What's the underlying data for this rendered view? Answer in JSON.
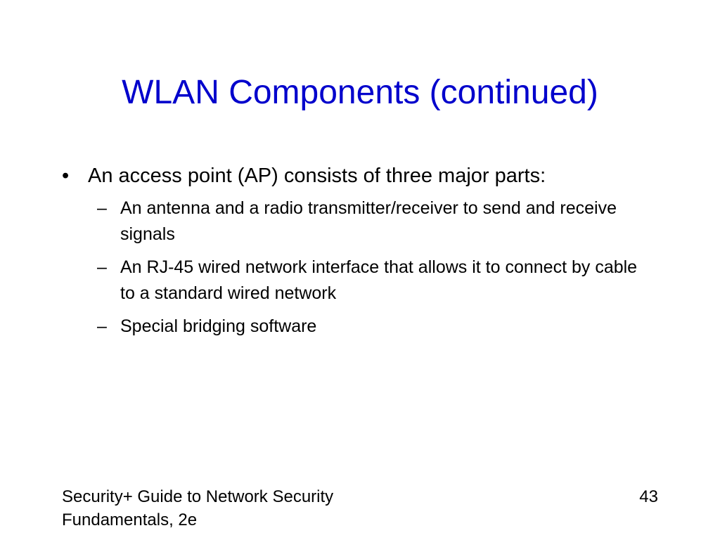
{
  "slide": {
    "title": "WLAN Components (continued)",
    "bullet": {
      "marker": "•",
      "text": "An access point (AP) consists of three major parts:"
    },
    "sub_marker": "–",
    "sub_items": [
      "An antenna and a radio transmitter/receiver to send and receive signals",
      "An RJ-45 wired network interface that allows it to connect by cable to a standard wired network",
      "Special bridging software"
    ],
    "footer": {
      "line1": "Security+ Guide to Network Security",
      "line2": "Fundamentals, 2e",
      "page_number": "43"
    }
  }
}
